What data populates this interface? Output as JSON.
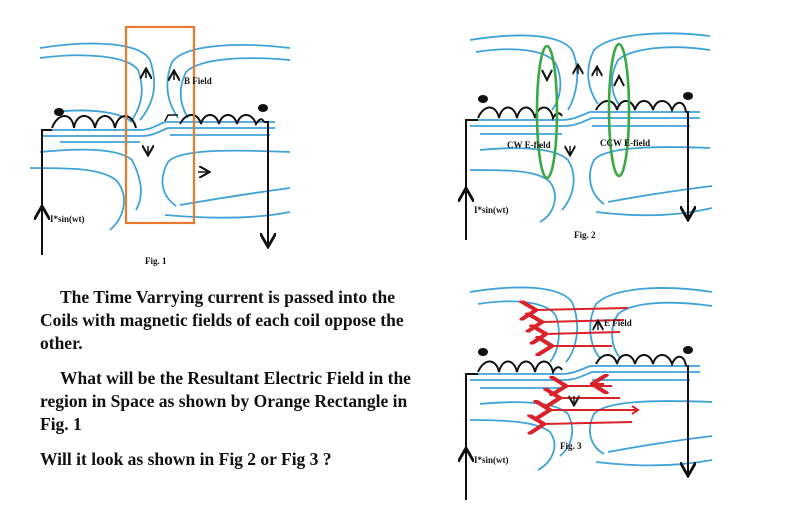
{
  "figures": {
    "fig1": {
      "caption": "Fig. 1",
      "field_label": "B Field",
      "source_label": "I*sin(wt)"
    },
    "fig2": {
      "caption": "Fig. 2",
      "cw_label": "CW E-field",
      "ccw_label": "CCW E-field",
      "source_label": "I*sin(wt)"
    },
    "fig3": {
      "caption": "Fig. 3",
      "field_label": "E Field",
      "source_label": "I*sin(wt)"
    }
  },
  "question": {
    "para1": "The Time Varrying current is passed into the Coils with magnetic fields of each coil oppose the other.",
    "para2": "What will be the Resultant Electric Field in the region in Space as shown by Orange Rectangle in Fig. 1",
    "para3": "Will it look as shown in Fig 2 or Fig 3 ?"
  },
  "colors": {
    "field_lines": "#3fa3d9",
    "orange_rect": "#e87a2c",
    "e_loops": "#3aa845",
    "e_arrows": "#d9222a",
    "ink": "#111111"
  }
}
